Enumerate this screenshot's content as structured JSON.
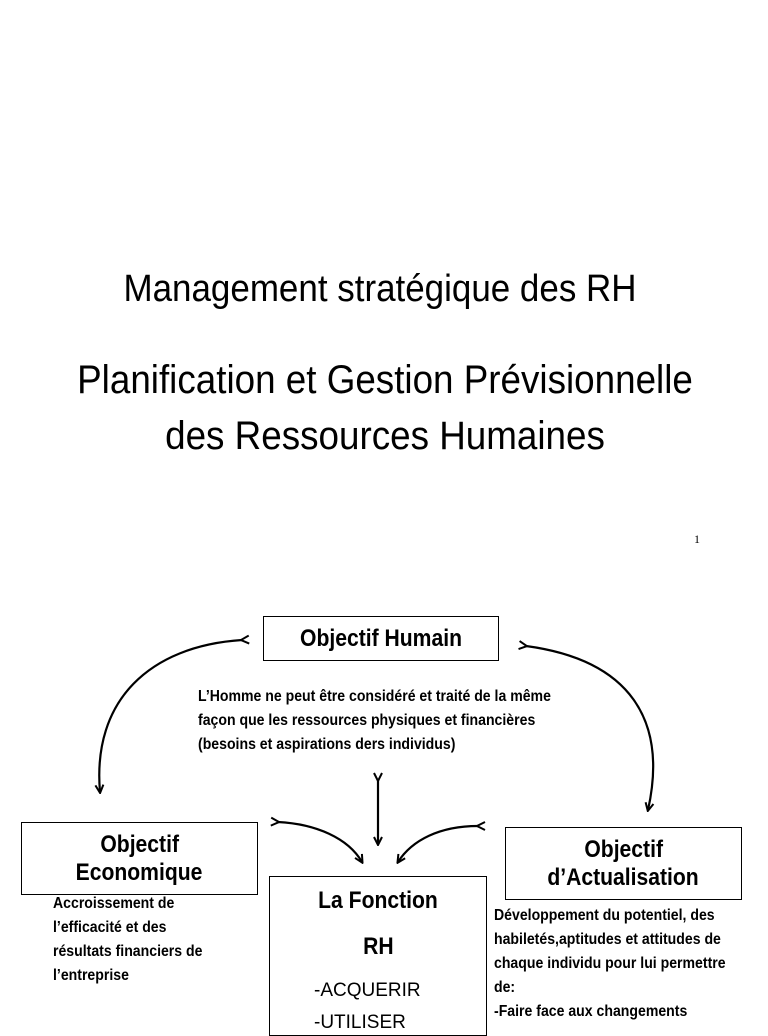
{
  "slide1": {
    "title_line1": "Management stratégique des RH",
    "title_line2a": "Planification et Gestion Prévisionnelle",
    "title_line2b": "des Ressources Humaines",
    "page_number": "1"
  },
  "slide2": {
    "objectif_humain": {
      "title": "Objectif Humain",
      "text": [
        "L’Homme ne peut être considéré et traité de la même",
        "façon que les ressources physiques et financières",
        "(besoins et aspirations ders individus)"
      ]
    },
    "objectif_economique": {
      "title_line1": "Objectif",
      "title_line2": "Economique",
      "text": [
        "Accroissement de",
        "l’efficacité et des",
        "résultats financiers de",
        "l’entreprise"
      ]
    },
    "objectif_actualisation": {
      "title_line1": "Objectif",
      "title_line2": "d’Actualisation",
      "text": [
        "Développement du potentiel, des",
        "habiletés,aptitudes et attitudes de",
        "chaque individu pour lui permettre",
        "de:",
        "-Faire face aux changements"
      ]
    },
    "fonction_rh": {
      "title_line1": "La Fonction",
      "title_line2": "RH",
      "items": [
        "-ACQUERIR",
        "-UTILISER"
      ]
    }
  }
}
